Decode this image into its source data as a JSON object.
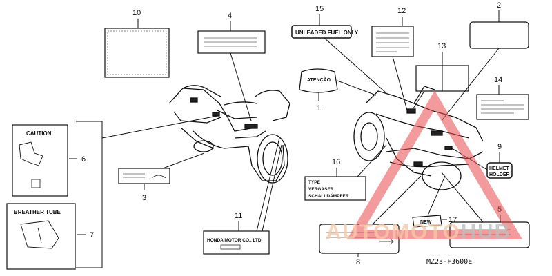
{
  "callouts": {
    "n1": "1",
    "n2": "2",
    "n3": "3",
    "n4": "4",
    "n5": "5",
    "n6": "6",
    "n7": "7",
    "n8": "8",
    "n9": "9",
    "n10": "10",
    "n11": "11",
    "n12": "12",
    "n13": "13",
    "n14": "14",
    "n15": "15",
    "n16": "16",
    "n17": "17"
  },
  "labels": {
    "unleaded": "UNLEADED FUEL ONLY",
    "atencao": "ATENÇÃO",
    "caution": "CAUTION",
    "breather": "BREATHER TUBE",
    "honda": "HONDA MOTOR CO., LTD",
    "type_line": "TYPE",
    "vergaser_line": "VERGASER",
    "schall_line": "SCHALLDÄMPFER",
    "helmet_line1": "HELMET",
    "helmet_line2": "HOLDER",
    "new": "NEW"
  },
  "diagram_code": "MZ23-F3600E",
  "watermark": {
    "part1": "AUTO",
    "part2": "MOTO",
    "part3": "HUB",
    "color_light": "#f5c9a8",
    "color_dark": "#bdbdbd",
    "triangle_color": "#e8474a"
  }
}
